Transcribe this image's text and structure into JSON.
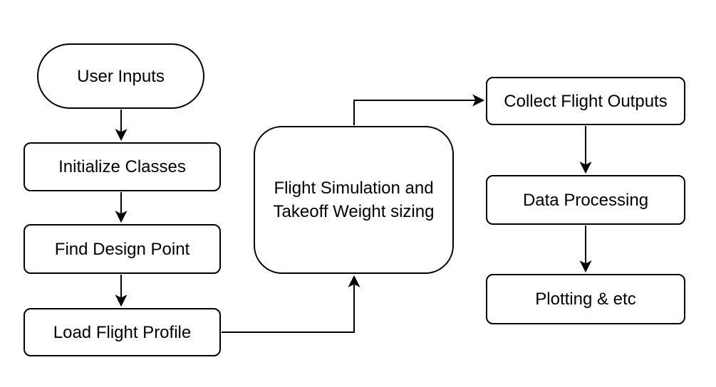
{
  "diagram": {
    "type": "flowchart",
    "background": "#ffffff",
    "colors": {
      "stroke": "#000000",
      "fill": "#ffffff",
      "text": "#000000"
    },
    "nodes": {
      "user_inputs": {
        "label": "User Inputs",
        "shape": "stadium"
      },
      "initialize_classes": {
        "label": "Initialize Classes",
        "shape": "rounded-rect"
      },
      "find_design_point": {
        "label": "Find Design Point",
        "shape": "rounded-rect"
      },
      "load_flight_profile": {
        "label": "Load Flight Profile",
        "shape": "rounded-rect"
      },
      "flight_simulation": {
        "label": "Flight Simulation and Takeoff Weight sizing",
        "shape": "large-rounded-rect"
      },
      "collect_flight_outputs": {
        "label": "Collect Flight Outputs",
        "shape": "rounded-rect"
      },
      "data_processing": {
        "label": "Data Processing",
        "shape": "rounded-rect"
      },
      "plotting_etc": {
        "label": "Plotting & etc",
        "shape": "rounded-rect"
      }
    },
    "edges": [
      {
        "from": "User Inputs",
        "to": "Initialize Classes"
      },
      {
        "from": "Initialize Classes",
        "to": "Find Design Point"
      },
      {
        "from": "Find Design Point",
        "to": "Load Flight Profile"
      },
      {
        "from": "Load Flight Profile",
        "to": "Flight Simulation and Takeoff Weight sizing"
      },
      {
        "from": "Flight Simulation and Takeoff Weight sizing",
        "to": "Collect Flight Outputs"
      },
      {
        "from": "Collect Flight Outputs",
        "to": "Data Processing"
      },
      {
        "from": "Data Processing",
        "to": "Plotting & etc"
      }
    ]
  }
}
